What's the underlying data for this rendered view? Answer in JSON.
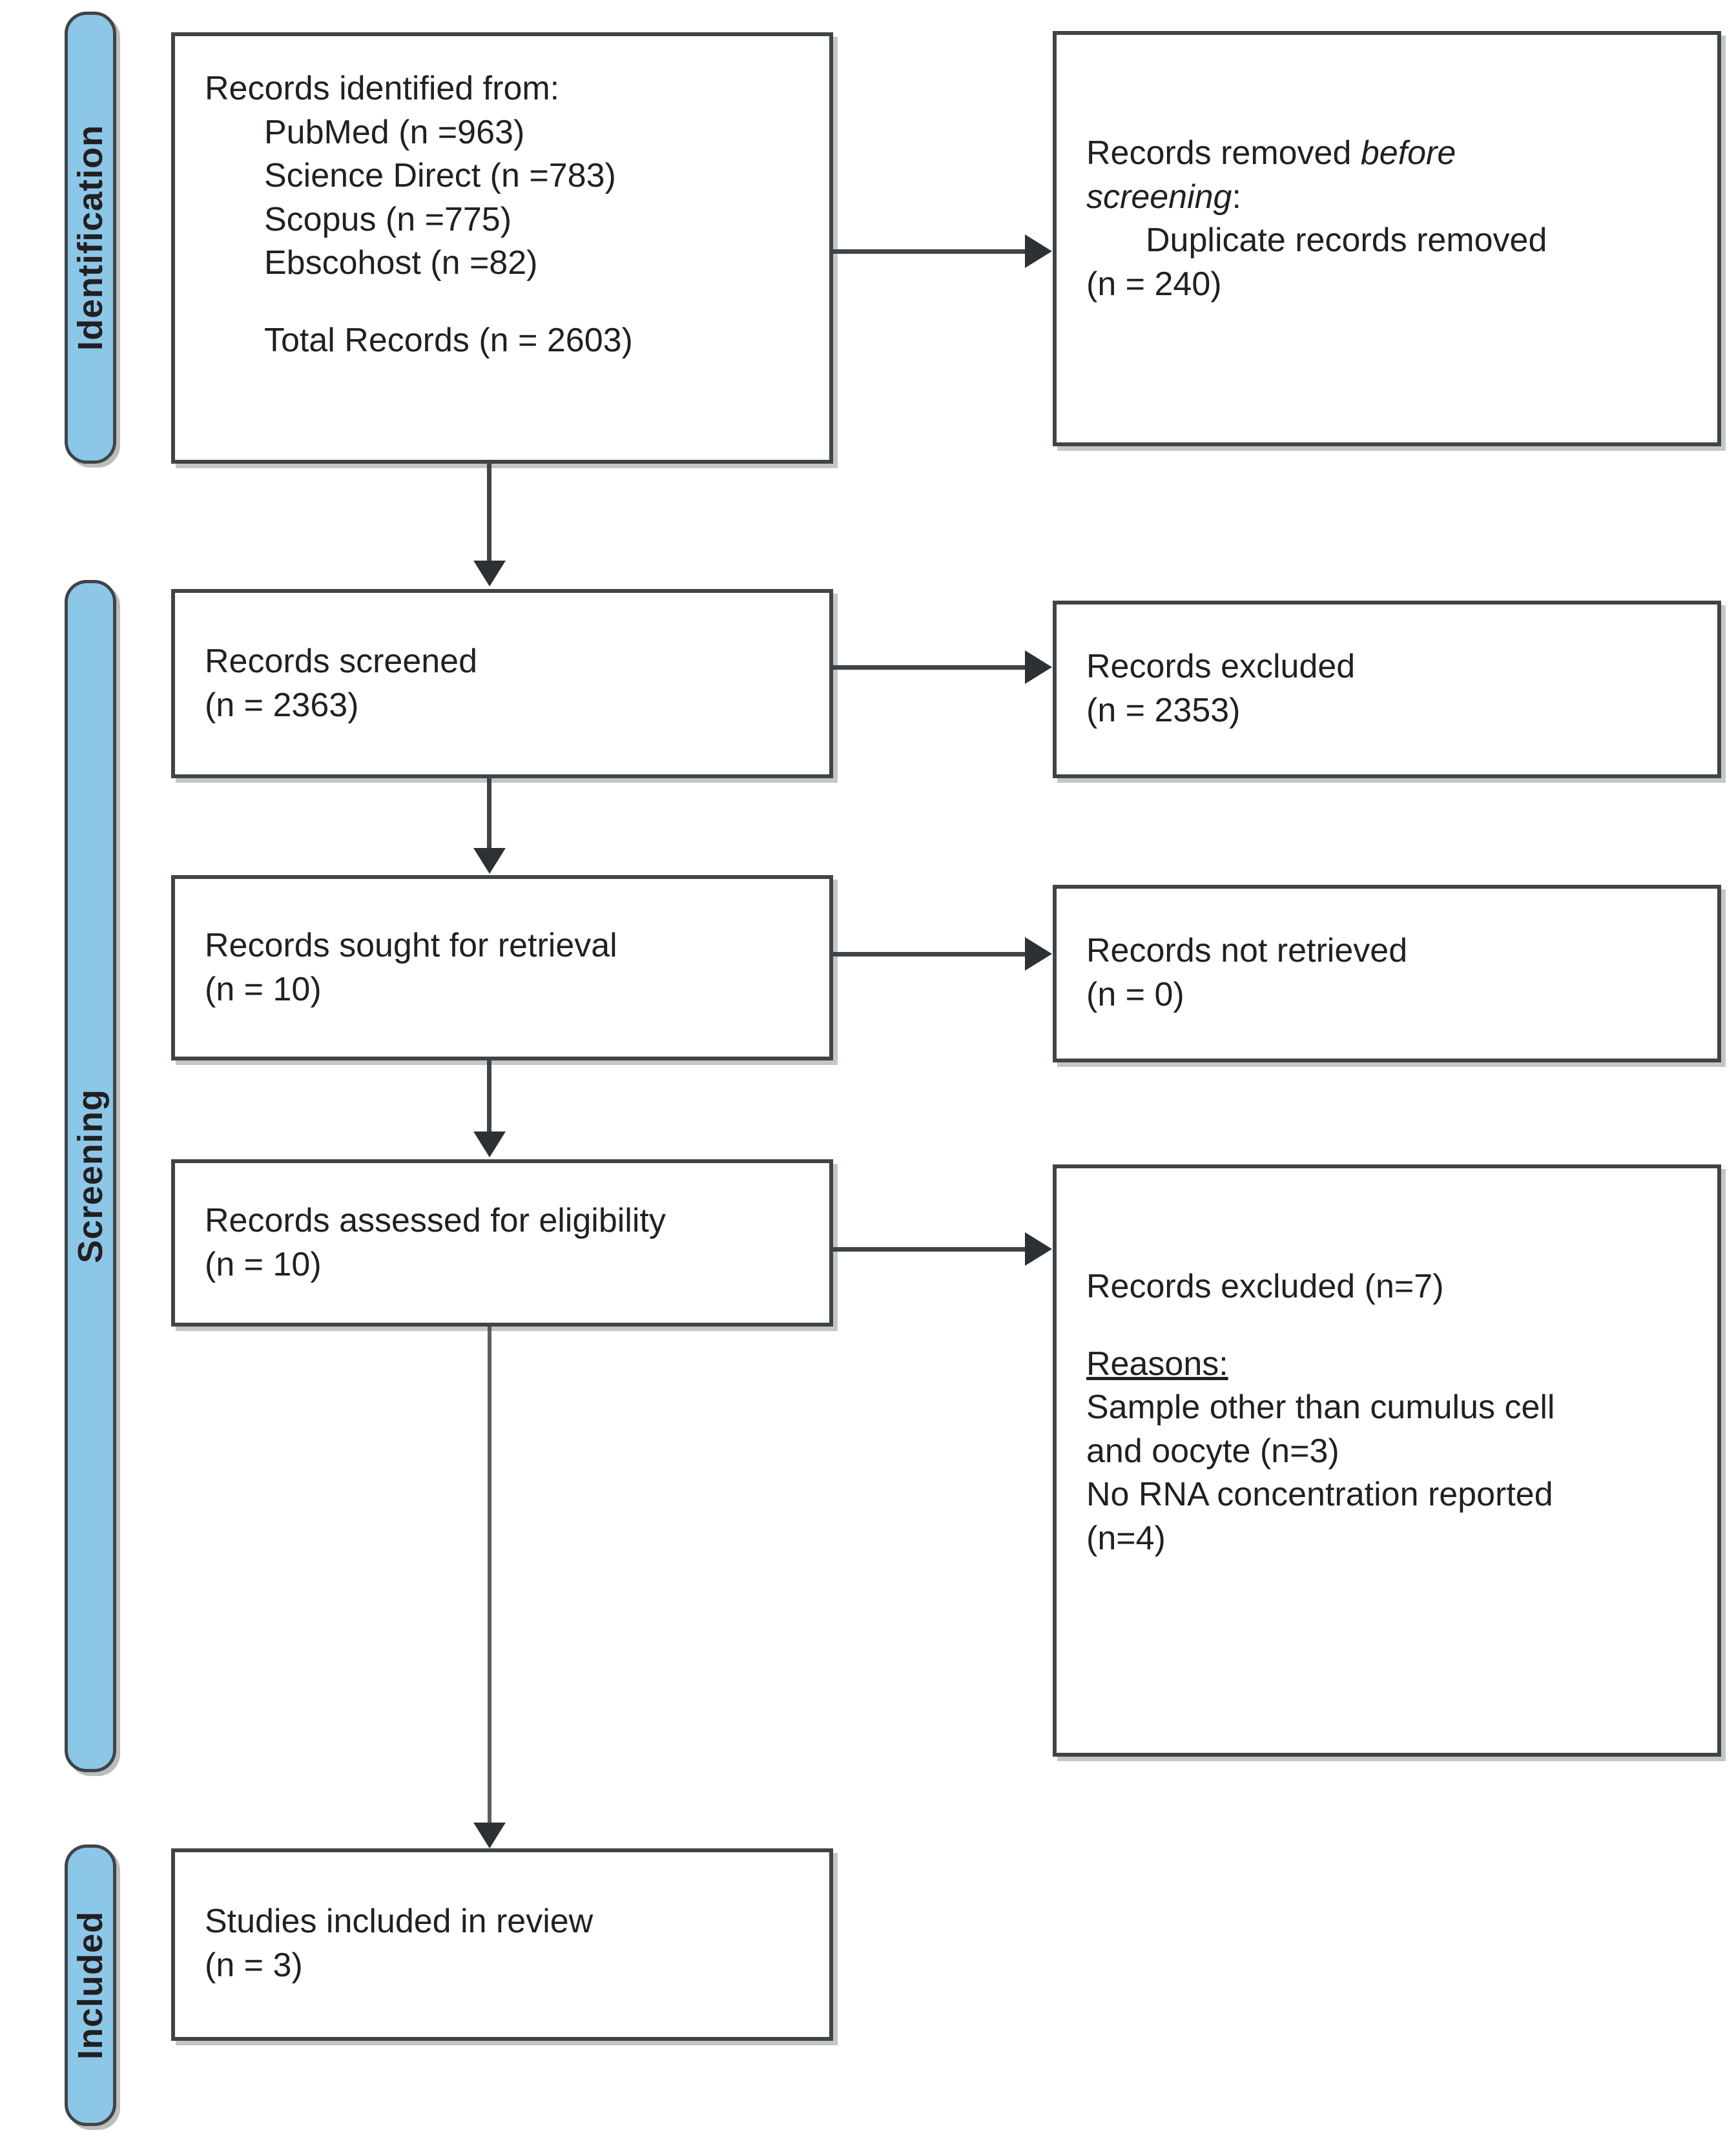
{
  "diagram": {
    "title": "PRISMA 2020 flow diagram",
    "accent_color": "#8cc7e8",
    "line_color": "#3f4447"
  },
  "phases": [
    {
      "id": "identification",
      "label": "Identification"
    },
    {
      "id": "screening",
      "label": "Screening"
    },
    {
      "id": "included",
      "label": "Included"
    }
  ],
  "boxes": {
    "identified": {
      "l1": "Records identified from:",
      "l2": "PubMed (n =963)",
      "l3": "Science Direct (n =783)",
      "l4": "Scopus (n =775)",
      "l5": "Ebscohost (n =82)",
      "l6": "Total Records (n = 2603)"
    },
    "removed_before_screening": {
      "l1a": "Records removed ",
      "l1b": "before",
      "l2a": "screening",
      "l2b": ":",
      "l3": "Duplicate records removed",
      "l4": "(n = 240)"
    },
    "screened": {
      "l1": "Records screened",
      "l2": "(n = 2363)"
    },
    "excluded_screened": {
      "l1": "Records excluded",
      "l2": "(n = 2353)"
    },
    "sought": {
      "l1": "Records sought for retrieval",
      "l2": "(n = 10)"
    },
    "not_retrieved": {
      "l1": "Records not retrieved",
      "l2": "(n = 0)"
    },
    "assessed": {
      "l1": "Records assessed for eligibility",
      "l2": "(n = 10)"
    },
    "excluded_eligibility": {
      "l1": "Records excluded (n=7)",
      "l2": "Reasons:",
      "l3": "Sample other than cumulus cell",
      "l4": "and oocyte (n=3)",
      "l5": "No RNA concentration reported",
      "l6": "(n=4)"
    },
    "included_studies": {
      "l1": "Studies included in review",
      "l2": "(n = 3)"
    }
  }
}
